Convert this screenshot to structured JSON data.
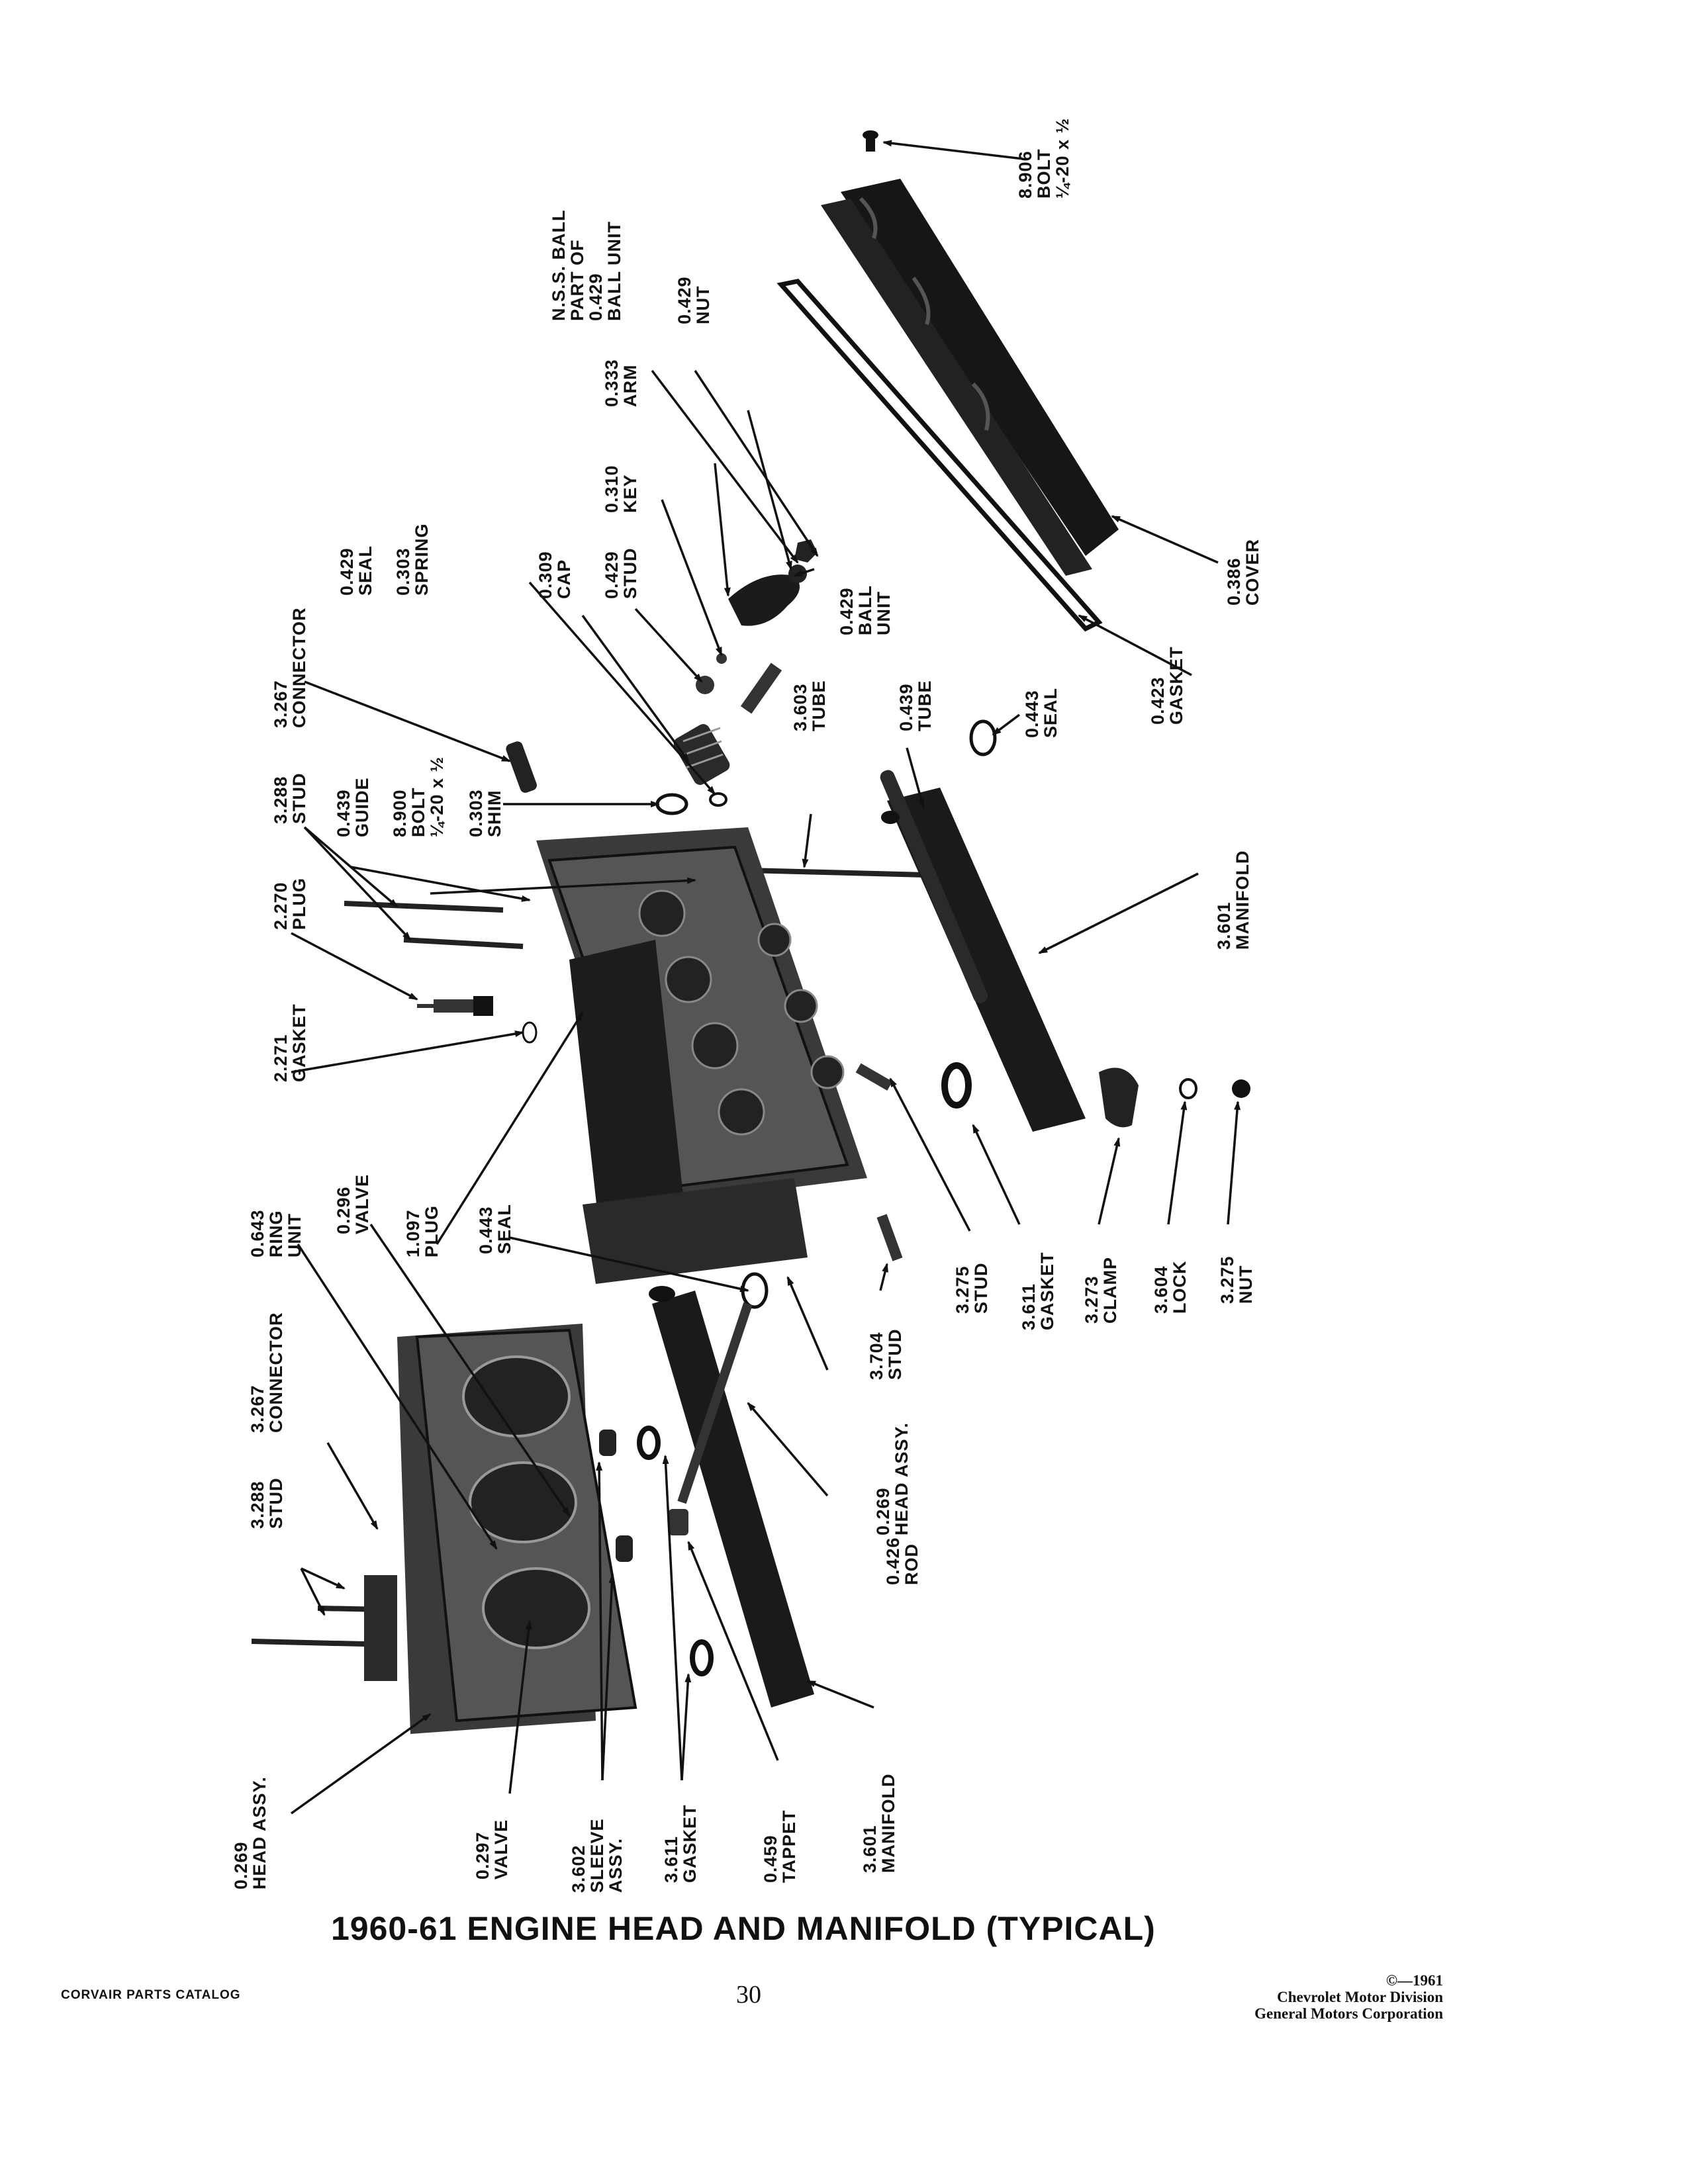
{
  "title": "1960-61 ENGINE HEAD AND MANIFOLD (TYPICAL)",
  "footer": {
    "catalog": "CORVAIR PARTS CATALOG",
    "page_number": "30",
    "copyright_line1": "©—1961",
    "copyright_line2": "Chevrolet Motor Division",
    "copyright_line3": "General Motors Corporation"
  },
  "callouts": {
    "bolt_8906": [
      "8.906",
      "BOLT",
      "¼-20 x ½"
    ],
    "nss_ball": [
      "N.S.S. BALL",
      "PART OF",
      "0.429",
      "BALL UNIT"
    ],
    "nut_0429": [
      "0.429",
      "NUT"
    ],
    "arm_0333": [
      "0.333",
      "ARM"
    ],
    "key_0310": [
      "0.310",
      "KEY"
    ],
    "stud_0429": [
      "0.429",
      "STUD"
    ],
    "cap_0309": [
      "0.309",
      "CAP"
    ],
    "spring_0303": [
      "0.303",
      "SPRING"
    ],
    "seal_0429": [
      "0.429",
      "SEAL"
    ],
    "connector_3267_top": [
      "3.267",
      "CONNECTOR"
    ],
    "ball_unit_0429": [
      "0.429",
      "BALL",
      "UNIT"
    ],
    "cover_0386": [
      "0.386",
      "COVER"
    ],
    "gasket_0423": [
      "0.423",
      "GASKET"
    ],
    "seal_0443_top": [
      "0.443",
      "SEAL"
    ],
    "tube_0439": [
      "0.439",
      "TUBE"
    ],
    "tube_3603": [
      "3.603",
      "TUBE"
    ],
    "shim_0303": [
      "0.303",
      "SHIM"
    ],
    "bolt_8900": [
      "8.900",
      "BOLT",
      "¼-20 x ½"
    ],
    "guide_0439": [
      "0.439",
      "GUIDE"
    ],
    "stud_3288_top": [
      "3.288",
      "STUD"
    ],
    "plug_2270": [
      "2.270",
      "PLUG"
    ],
    "gasket_2271": [
      "2.271",
      "GASKET"
    ],
    "manifold_3601_top": [
      "3.601",
      "MANIFOLD"
    ],
    "ring_0643": [
      "0.643",
      "RING",
      "UNIT"
    ],
    "valve_0296": [
      "0.296",
      "VALVE"
    ],
    "plug_1097": [
      "1.097",
      "PLUG"
    ],
    "seal_0443_mid": [
      "0.443",
      "SEAL"
    ],
    "stud_3275": [
      "3.275",
      "STUD"
    ],
    "gasket_3611_top": [
      "3.611",
      "GASKET"
    ],
    "clamp_3273": [
      "3.273",
      "CLAMP"
    ],
    "lock_3604": [
      "3.604",
      "LOCK"
    ],
    "nut_3275": [
      "3.275",
      "NUT"
    ],
    "stud_3704": [
      "3.704",
      "STUD"
    ],
    "head_0269_mid": [
      "0.269",
      "HEAD ASSY."
    ],
    "rod_0426": [
      "0.426",
      "ROD"
    ],
    "connector_3267_bottom": [
      "3.267",
      "CONNECTOR"
    ],
    "stud_3288_bottom": [
      "3.288",
      "STUD"
    ],
    "head_0269_bottom": [
      "0.269",
      "HEAD ASSY."
    ],
    "valve_0297": [
      "0.297",
      "VALVE"
    ],
    "sleeve_3602": [
      "3.602",
      "SLEEVE",
      "ASSY."
    ],
    "gasket_3611_bottom": [
      "3.611",
      "GASKET"
    ],
    "tappet_0459": [
      "0.459",
      "TAPPET"
    ],
    "manifold_3601_bottom": [
      "3.601",
      "MANIFOLD"
    ]
  }
}
